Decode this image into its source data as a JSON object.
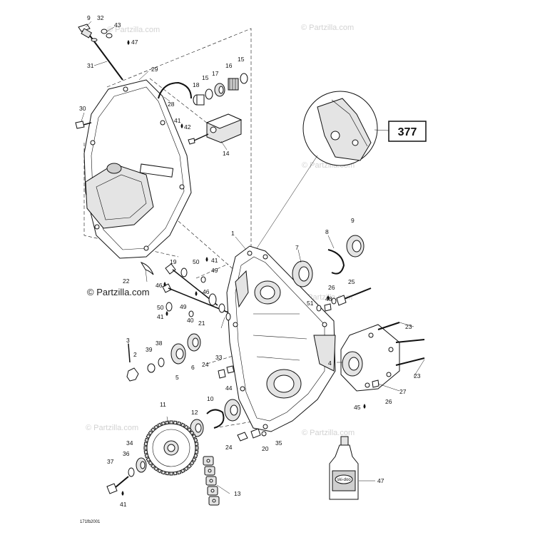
{
  "diagram": {
    "reference_box": "377",
    "drawing_code": "171fb2001",
    "watermarks": {
      "main": "© Partzilla.com",
      "faint": "© Partzilla.com"
    },
    "callouts": {
      "c9a": "9",
      "c32": "32",
      "c43": "43",
      "c47a": "47",
      "c31": "31",
      "c29": "29",
      "c30": "30",
      "c28": "28",
      "c18": "18",
      "c15a": "15",
      "c17": "17",
      "c16": "16",
      "c15b": "15",
      "c41a": "41",
      "c42": "42",
      "c14": "14",
      "c1": "1",
      "c8": "8",
      "c9b": "9",
      "c7": "7",
      "c19": "19",
      "c50a": "50",
      "c41b": "41",
      "c49a": "49",
      "c22": "22",
      "c46a": "46",
      "c46b": "46",
      "c50b": "50",
      "c41c": "41",
      "c49b": "49",
      "c40": "40",
      "c21": "21",
      "c26a": "26",
      "c25": "25",
      "c48": "48",
      "c51": "51",
      "c23a": "23",
      "c3": "3",
      "c2": "2",
      "c39": "39",
      "c38": "38",
      "c5": "5",
      "c6": "6",
      "c33": "33",
      "c24a": "24",
      "c44": "44",
      "c4": "4",
      "c27": "27",
      "c23b": "23",
      "c45": "45",
      "c26b": "26",
      "c10": "10",
      "c11": "11",
      "c12": "12",
      "c24b": "24",
      "c20": "20",
      "c35": "35",
      "c34": "34",
      "c36": "36",
      "c37": "37",
      "c41d": "41",
      "c13": "13",
      "c47b": "47"
    },
    "bottle_label": "ski-doo"
  }
}
